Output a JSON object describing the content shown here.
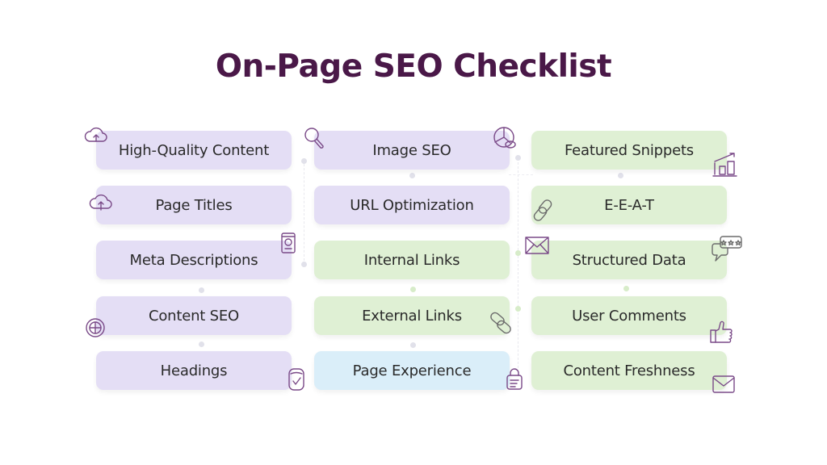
{
  "title": "On-Page SEO Checklist",
  "colors": {
    "title": "#4a1848",
    "lavender_card": "#e4def5",
    "green_card": "#dff0d4",
    "blue_card": "#daeef9",
    "icon_stroke": "#7a4a88"
  },
  "columns": [
    {
      "items": [
        {
          "label": "High-Quality Content",
          "icon": "cloud-upload-icon"
        },
        {
          "label": "Page Titles",
          "icon": "cloud-upload-icon"
        },
        {
          "label": "Meta Descriptions",
          "icon": "mobile-profile-icon"
        },
        {
          "label": "Content SEO",
          "icon": "globe-icon"
        },
        {
          "label": "Headings",
          "icon": "clipboard-check-icon"
        }
      ]
    },
    {
      "items": [
        {
          "label": "Image SEO",
          "icon": "magnifier-icon"
        },
        {
          "label": "URL Optimization",
          "icon": "pie-chart-icon"
        },
        {
          "label": "Internal Links",
          "icon": ""
        },
        {
          "label": "External Links",
          "icon": "link-icon"
        },
        {
          "label": "Page Experience",
          "icon": "lock-document-icon"
        }
      ]
    },
    {
      "items": [
        {
          "label": "Featured Snippets",
          "icon": "bar-chart-growth-icon"
        },
        {
          "label": "E-E-A-T",
          "icon": "link-icon"
        },
        {
          "label": "Structured Data",
          "icon": "envelope-icon"
        },
        {
          "label": "User Comments",
          "icon": "star-review-bubble-icon"
        },
        {
          "label": "Content Freshness",
          "icon": "thumbs-up-icon"
        }
      ]
    }
  ],
  "extra_icons": [
    "envelope-icon"
  ]
}
